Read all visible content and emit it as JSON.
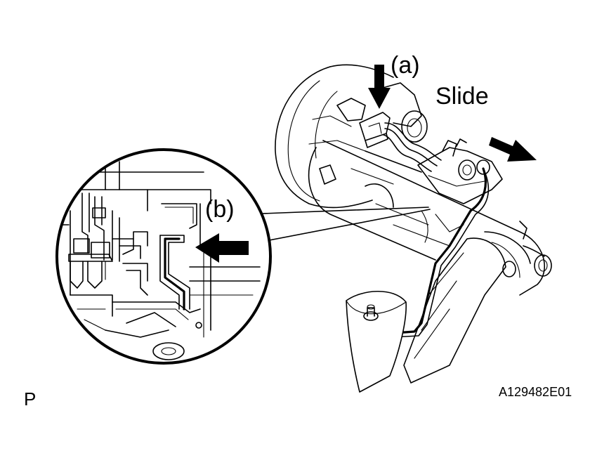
{
  "labels": {
    "a": "(a)",
    "slide": "Slide",
    "b": "(b)",
    "p": "P",
    "code": "A129482E01"
  },
  "colors": {
    "line": "#000000",
    "background": "#ffffff"
  },
  "icons": {
    "arrow_a": "arrow-down-icon",
    "arrow_slide": "arrow-right-down-icon",
    "arrow_b": "arrow-left-icon"
  }
}
